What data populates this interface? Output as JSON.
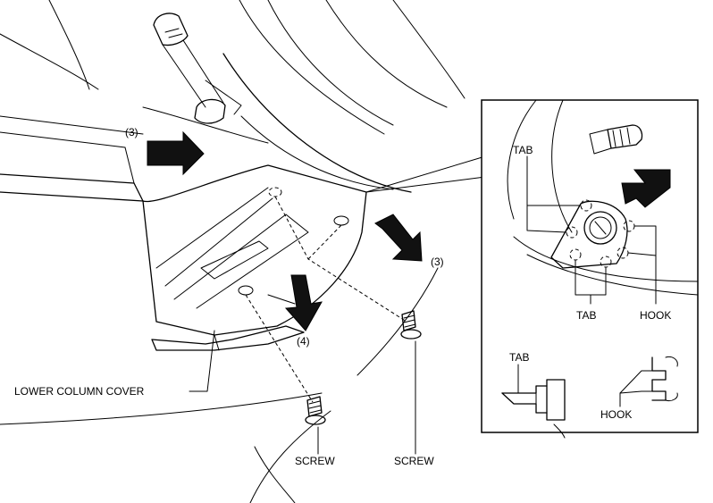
{
  "labels": {
    "step3_left": "(3)",
    "step3_right": "(3)",
    "step4": "(4)",
    "lower_column_cover": "LOWER COLUMN COVER",
    "screw_left": "SCREW",
    "screw_right": "SCREW",
    "inset_tab_top": "TAB",
    "inset_tab_bottom": "TAB",
    "inset_hook": "HOOK",
    "legend_tab": "TAB",
    "legend_hook": "HOOK"
  },
  "colors": {
    "line": "#000000",
    "arrow_fill": "#111111",
    "background": "#ffffff"
  }
}
